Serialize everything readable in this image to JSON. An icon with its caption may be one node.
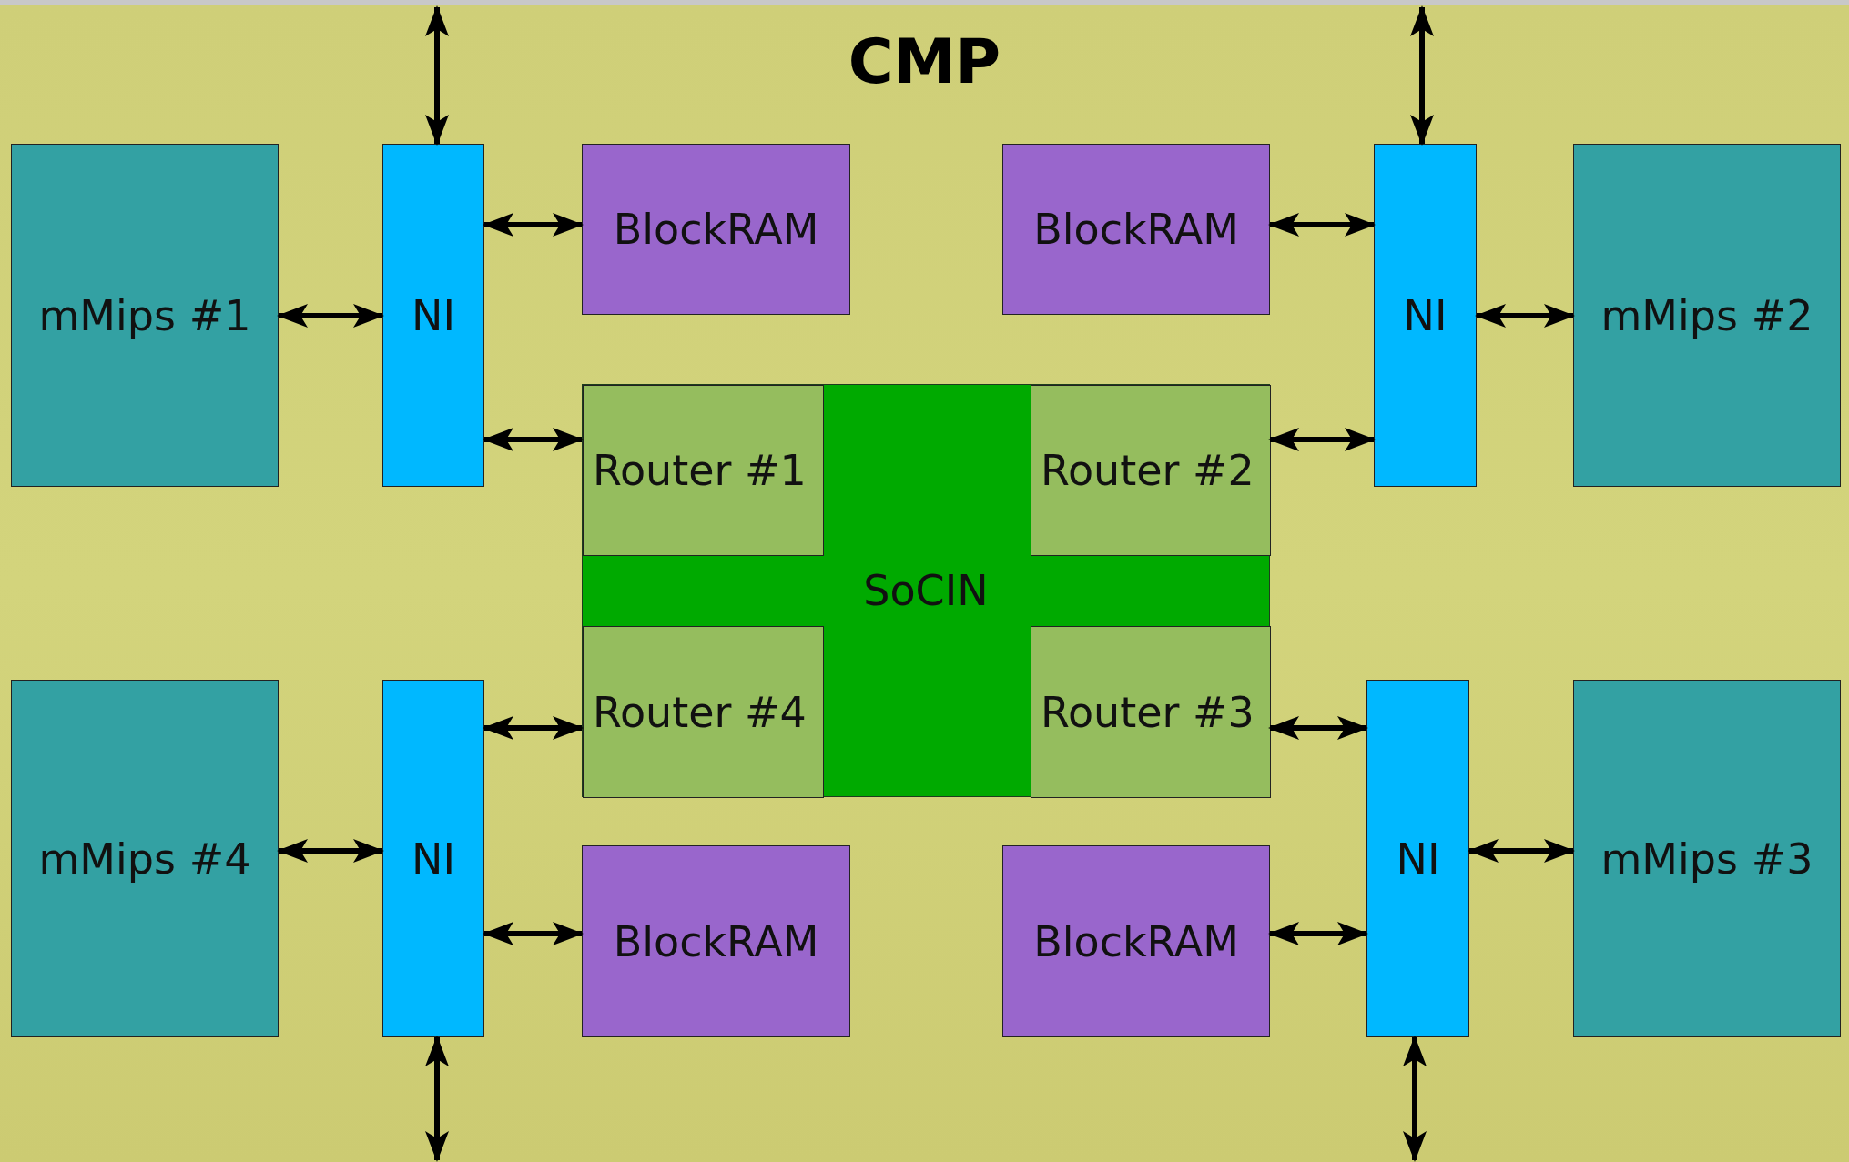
{
  "diagram": {
    "title": "CMP",
    "nodes": [
      {
        "text": [
          "mMips #1"
        ]
      },
      {
        "text": [
          "NI"
        ]
      },
      {
        "text": [
          "BlockRAM"
        ]
      },
      {
        "text": [
          "BlockRAM"
        ]
      },
      {
        "text": [
          "NI"
        ]
      },
      {
        "text": [
          "mMips #2"
        ]
      },
      {
        "text": [
          "SoCIN"
        ]
      },
      {
        "text": [
          "Router #1"
        ],
        "in": 6
      },
      {
        "text": [
          "Router #2"
        ],
        "in": 6
      },
      {
        "text": [
          "Router #4"
        ],
        "in": 6
      },
      {
        "text": [
          "Router #3"
        ],
        "in": 6
      },
      {
        "text": [
          "mMips #4"
        ]
      },
      {
        "text": [
          "NI"
        ]
      },
      {
        "text": [
          "BlockRAM"
        ]
      },
      {
        "text": [
          "BlockRAM"
        ]
      },
      {
        "text": [
          "NI"
        ]
      },
      {
        "text": [
          "mMips #3"
        ]
      }
    ],
    "edges": [
      {
        "from": null,
        "to": 1,
        "arrow": "both"
      },
      {
        "from": null,
        "to": 4,
        "arrow": "both"
      },
      {
        "from": 1,
        "to": 2,
        "arrow": "both"
      },
      {
        "from": 3,
        "to": 4,
        "arrow": "both"
      },
      {
        "from": 0,
        "to": 1,
        "arrow": "both"
      },
      {
        "from": 4,
        "to": 5,
        "arrow": "both"
      },
      {
        "from": 1,
        "to": 7,
        "arrow": "both"
      },
      {
        "from": 8,
        "to": 4,
        "arrow": "both"
      },
      {
        "from": 12,
        "to": 9,
        "arrow": "both"
      },
      {
        "from": 10,
        "to": 15,
        "arrow": "both"
      },
      {
        "from": 11,
        "to": 12,
        "arrow": "both"
      },
      {
        "from": 15,
        "to": 16,
        "arrow": "both"
      },
      {
        "from": 12,
        "to": 13,
        "arrow": "both"
      },
      {
        "from": 14,
        "to": 15,
        "arrow": "both"
      },
      {
        "from": null,
        "to": 12,
        "arrow": "both"
      },
      {
        "from": null,
        "to": 15,
        "arrow": "both"
      }
    ]
  }
}
